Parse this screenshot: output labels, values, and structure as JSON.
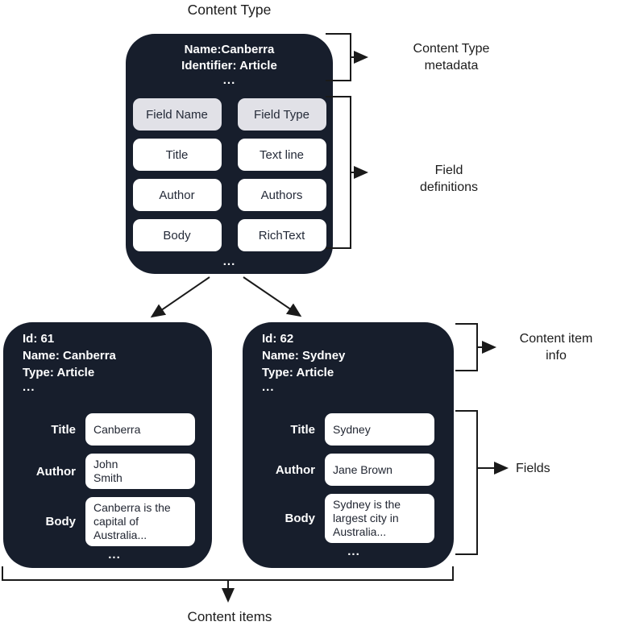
{
  "diagram_title": "Content Type",
  "colors": {
    "box_dark": "#171e2c",
    "field_header_bg": "#e1e1e7",
    "field_cell_bg": "#ffffff",
    "connector_line": "#1a1a1a"
  },
  "content_type_box": {
    "name_line": "Name:Canberra",
    "identifier_line": "Identifier: Article",
    "metadata_ellipsis": "...",
    "field_headers": [
      "Field Name",
      "Field Type"
    ],
    "field_rows": [
      {
        "name": "Title",
        "type": "Text line"
      },
      {
        "name": "Author",
        "type": "Authors"
      },
      {
        "name": "Body",
        "type": "RichText"
      }
    ],
    "footer_ellipsis": "..."
  },
  "annotations": {
    "content_type_metadata": "Content Type\nmetadata",
    "field_definitions": "Field\ndefinitions",
    "content_item_info": "Content item\ninfo",
    "fields": "Fields",
    "content_items": "Content items"
  },
  "items": [
    {
      "id_line": "Id: 61",
      "name_line": "Name: Canberra",
      "type_line": "Type: Article",
      "meta_ellipsis": "...",
      "fields": [
        {
          "label": "Title",
          "value": "Canberra"
        },
        {
          "label": "Author",
          "value": "John\nSmith"
        },
        {
          "label": "Body",
          "value": "Canberra is the\ncapital of\nAustralia..."
        }
      ],
      "footer_ellipsis": "..."
    },
    {
      "id_line": "Id: 62",
      "name_line": "Name: Sydney",
      "type_line": "Type: Article",
      "meta_ellipsis": "...",
      "fields": [
        {
          "label": "Title",
          "value": "Sydney"
        },
        {
          "label": "Author",
          "value": "Jane Brown"
        },
        {
          "label": "Body",
          "value": "Sydney is the\nlargest city in\nAustralia..."
        }
      ],
      "footer_ellipsis": "..."
    }
  ]
}
